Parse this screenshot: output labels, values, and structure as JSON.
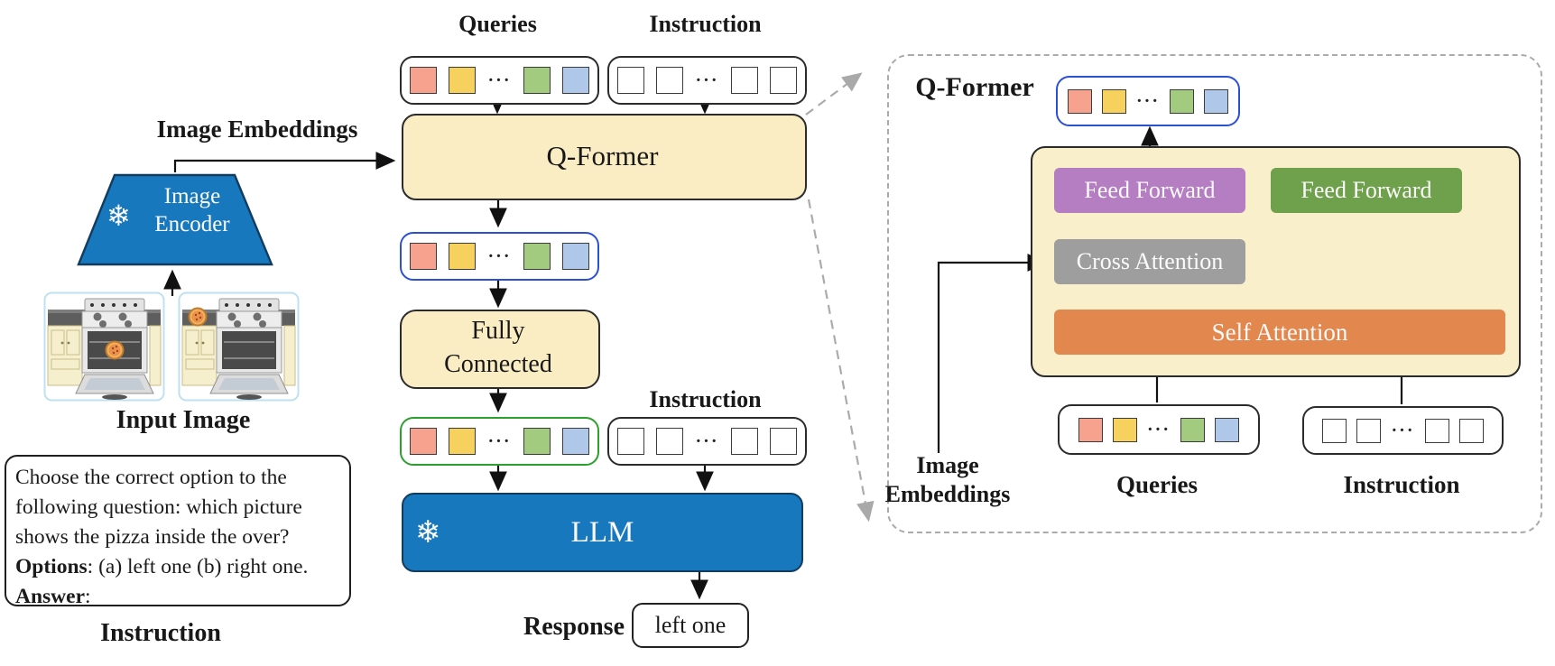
{
  "left": {
    "image_embeddings_label": "Image Embeddings",
    "image_encoder_line1": "Image",
    "image_encoder_line2": "Encoder",
    "frozen_icon": "snowflake",
    "input_image_label": "Input Image",
    "instruction_label": "Instruction",
    "input_images": {
      "left_description": "kitchen oven with pizza inside the oven",
      "right_description": "kitchen oven with pizza on the counter"
    },
    "instruction_text": {
      "line1": "Choose the correct option to the",
      "line2": "following question: which picture",
      "line3": "shows the pizza inside the over?",
      "options_label": "Options",
      "options_text": ": (a) left one (b) right one.",
      "answer_label": "Answer",
      "answer_text": ":"
    }
  },
  "center": {
    "queries_label": "Queries",
    "instruction_label_top": "Instruction",
    "qformer_label": "Q-Former",
    "fully_connected_line1": "Fully",
    "fully_connected_line2": "Connected",
    "instruction_label_mid": "Instruction",
    "llm_label": "LLM",
    "llm_frozen_icon": "snowflake",
    "response_label": "Response",
    "response_value": "left one"
  },
  "right_panel": {
    "title": "Q-Former",
    "feed_forward_left": "Feed Forward",
    "feed_forward_right": "Feed Forward",
    "cross_attention": "Cross Attention",
    "self_attention": "Self Attention",
    "image_embeddings_line1": "Image",
    "image_embeddings_line2": "Embeddings",
    "queries_label": "Queries",
    "instruction_label": "Instruction"
  },
  "tokens": {
    "ellipsis": "···",
    "colors": [
      "#F6A28E",
      "#F7D15E",
      "#A3CB80",
      "#AFC7E8"
    ],
    "plain_colors": [
      "#ffffff",
      "#ffffff",
      "#ffffff",
      "#ffffff"
    ]
  },
  "colors": {
    "cream_box": "#FAEDC4",
    "blue_frozen": "#1878BE",
    "feed_forward_purple": "#B57EC3",
    "feed_forward_green": "#6FA04B",
    "cross_attention_gray": "#9E9E9E",
    "self_attention_orange": "#E2874D",
    "query_row_border_blue": "#2B50D4",
    "query_row_border_green": "#2CA02C",
    "dashed_gray": "#ABABAB"
  },
  "icons": {
    "snowflake": "❄"
  }
}
